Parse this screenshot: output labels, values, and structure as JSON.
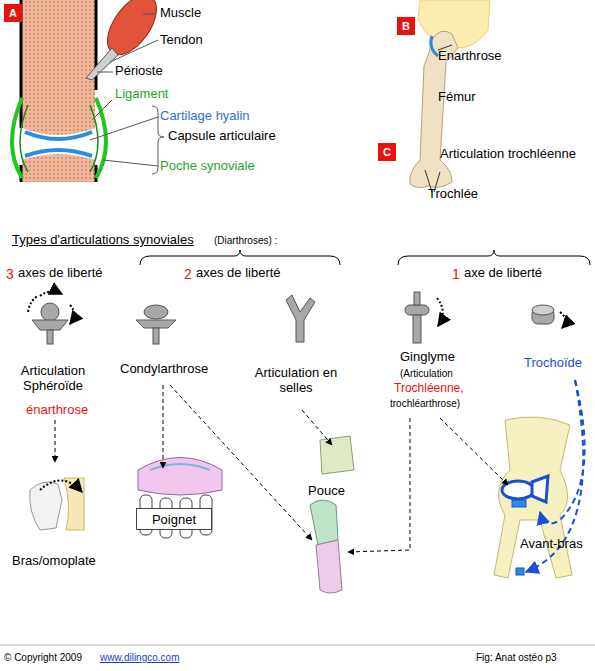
{
  "diagram": {
    "nodes": [
      {
        "text": [
          "A"
        ]
      },
      {
        "text": [
          "B"
        ]
      },
      {
        "text": [
          "C"
        ]
      },
      {
        "text": [
          "Poignet"
        ]
      }
    ],
    "labels": [
      "Muscle",
      "Tendon",
      "Périoste",
      "Ligament",
      "Cartilage hyalin",
      "Capsule articulaire",
      "Poche synoviale",
      "Enarthrose",
      "Fémur",
      "Articulation trochléenne",
      "Trochlée",
      "Types d'articulations synoviales",
      "(Diarthroses) :",
      "3",
      "axes de liberté",
      "2",
      "axes de liberté",
      "1",
      "axe de liberté",
      "Articulation Sphéroïde",
      "énarthrose",
      "Condylarthrose",
      "Articulation en selles",
      "Ginglyme",
      "(Articulation",
      "Trochléenne,",
      "trochléarthrose)",
      "Trochoïde",
      "Bras/omoplate",
      "Pouce",
      "Avant-bras",
      "© Copyright 2009",
      "www.dilingco.com",
      "Fig:  Anat ostéo p3"
    ]
  }
}
